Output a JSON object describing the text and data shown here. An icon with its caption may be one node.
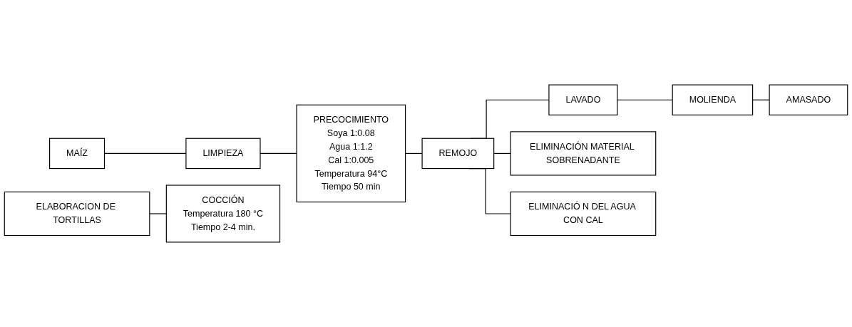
{
  "diagram": {
    "nodes": [
      {
        "text": [
          "MAÍZ"
        ]
      },
      {
        "text": [
          "LIMPIEZA"
        ]
      },
      {
        "text": [
          "PRECOCIMIENTO",
          "Soya 1:0.08",
          "Agua 1:1.2",
          "Cal 1:0.005",
          "Temperatura 94°C",
          "Tiempo 50 min"
        ]
      },
      {
        "text": [
          "REMOJO"
        ]
      },
      {
        "text": [
          "LAVADO"
        ]
      },
      {
        "text": [
          "MOLIENDA"
        ]
      },
      {
        "text": [
          "AMASADO"
        ]
      },
      {
        "text": [
          "ELABORACION DE TORTILLAS"
        ]
      },
      {
        "text": [
          "COCCIÓN",
          "Temperatura 180 °C",
          "Tiempo 2-4 min."
        ]
      },
      {
        "text": [
          "ELIMINACIÓN MATERIAL SOBRENADANTE"
        ]
      },
      {
        "text": [
          "ELIMINACIÓ N DEL AGUA CON CAL"
        ]
      }
    ],
    "edges": [
      {
        "from": 0,
        "to": 1,
        "arrow": "none"
      },
      {
        "from": 1,
        "to": 2,
        "arrow": "none"
      },
      {
        "from": 2,
        "to": 3,
        "arrow": "none"
      },
      {
        "from": 3,
        "to": 4,
        "arrow": "none"
      },
      {
        "from": 3,
        "to": 9,
        "arrow": "none"
      },
      {
        "from": 3,
        "to": 10,
        "arrow": "none"
      },
      {
        "from": 4,
        "to": 5,
        "arrow": "none"
      },
      {
        "from": 5,
        "to": 6,
        "arrow": "none"
      },
      {
        "from": 7,
        "to": 8,
        "arrow": "none"
      }
    ]
  }
}
